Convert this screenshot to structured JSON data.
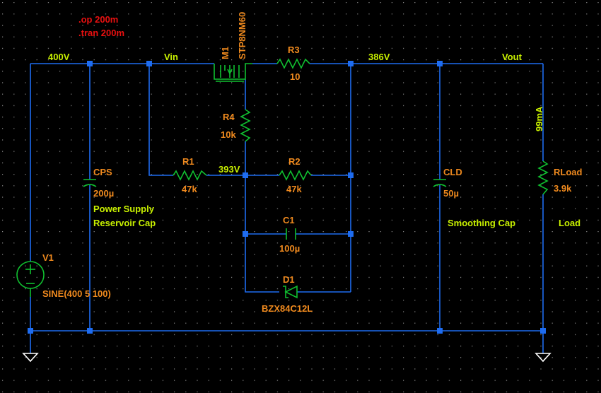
{
  "directives": {
    "op": ".op 200m",
    "tran": ".tran 200m"
  },
  "nets": {
    "n400v": "400V",
    "vin": "Vin",
    "n386v": "386V",
    "vout": "Vout",
    "n393v": "393V"
  },
  "components": {
    "m1": {
      "name": "M1",
      "value": "STP8NM60"
    },
    "r3": {
      "name": "R3",
      "value": "10"
    },
    "r4": {
      "name": "R4",
      "value": "10k"
    },
    "r1": {
      "name": "R1",
      "value": "47k"
    },
    "r2": {
      "name": "R2",
      "value": "47k"
    },
    "c1": {
      "name": "C1",
      "value": "100µ"
    },
    "d1": {
      "name": "D1",
      "value": "BZX84C12L"
    },
    "cps": {
      "name": "CPS",
      "value": "200µ"
    },
    "cld": {
      "name": "CLD",
      "value": "50µ"
    },
    "rload": {
      "name": "RLoad",
      "value": "3.9k"
    },
    "v1": {
      "name": "V1",
      "value": "SINE(400 5 100)"
    }
  },
  "annotations": {
    "reservoir_1": "Power Supply",
    "reservoir_2": "Reservoir Cap",
    "smoothing": "Smoothing Cap",
    "load": "Load",
    "current": "99mA"
  },
  "colors": {
    "background": "#000000",
    "wire": "#1e6cf0",
    "component": "#10c030",
    "label": "#f08a1e",
    "net": "#c8f000",
    "directive": "#e81010"
  }
}
